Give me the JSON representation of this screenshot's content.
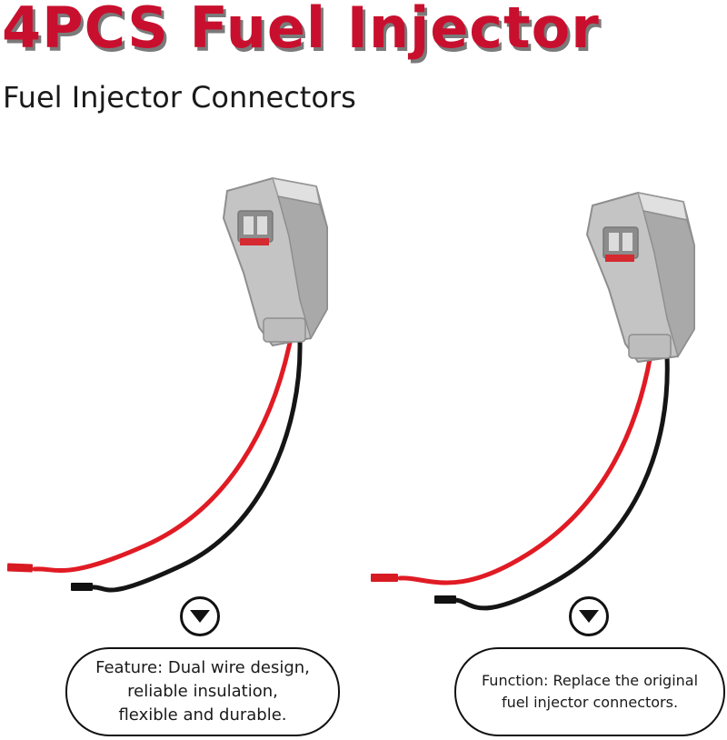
{
  "title": "4PCS Fuel Injector",
  "subtitle": "Fuel Injector Connectors",
  "callouts": {
    "left": "Feature: Dual wire design,\nreliable insulation,\nflexible and durable.",
    "right": "Function: Replace the original\nfuel injector connectors."
  },
  "icons": {
    "pointer": "down-triangle-in-circle-icon",
    "product": "fuel-injector-connector-pigtail"
  },
  "colors": {
    "title": "#c8102e",
    "title_shadow": "#7a7a7a",
    "connector_body": "#c9c9c9",
    "wire_red": "#e01b24",
    "wire_black": "#151515"
  }
}
